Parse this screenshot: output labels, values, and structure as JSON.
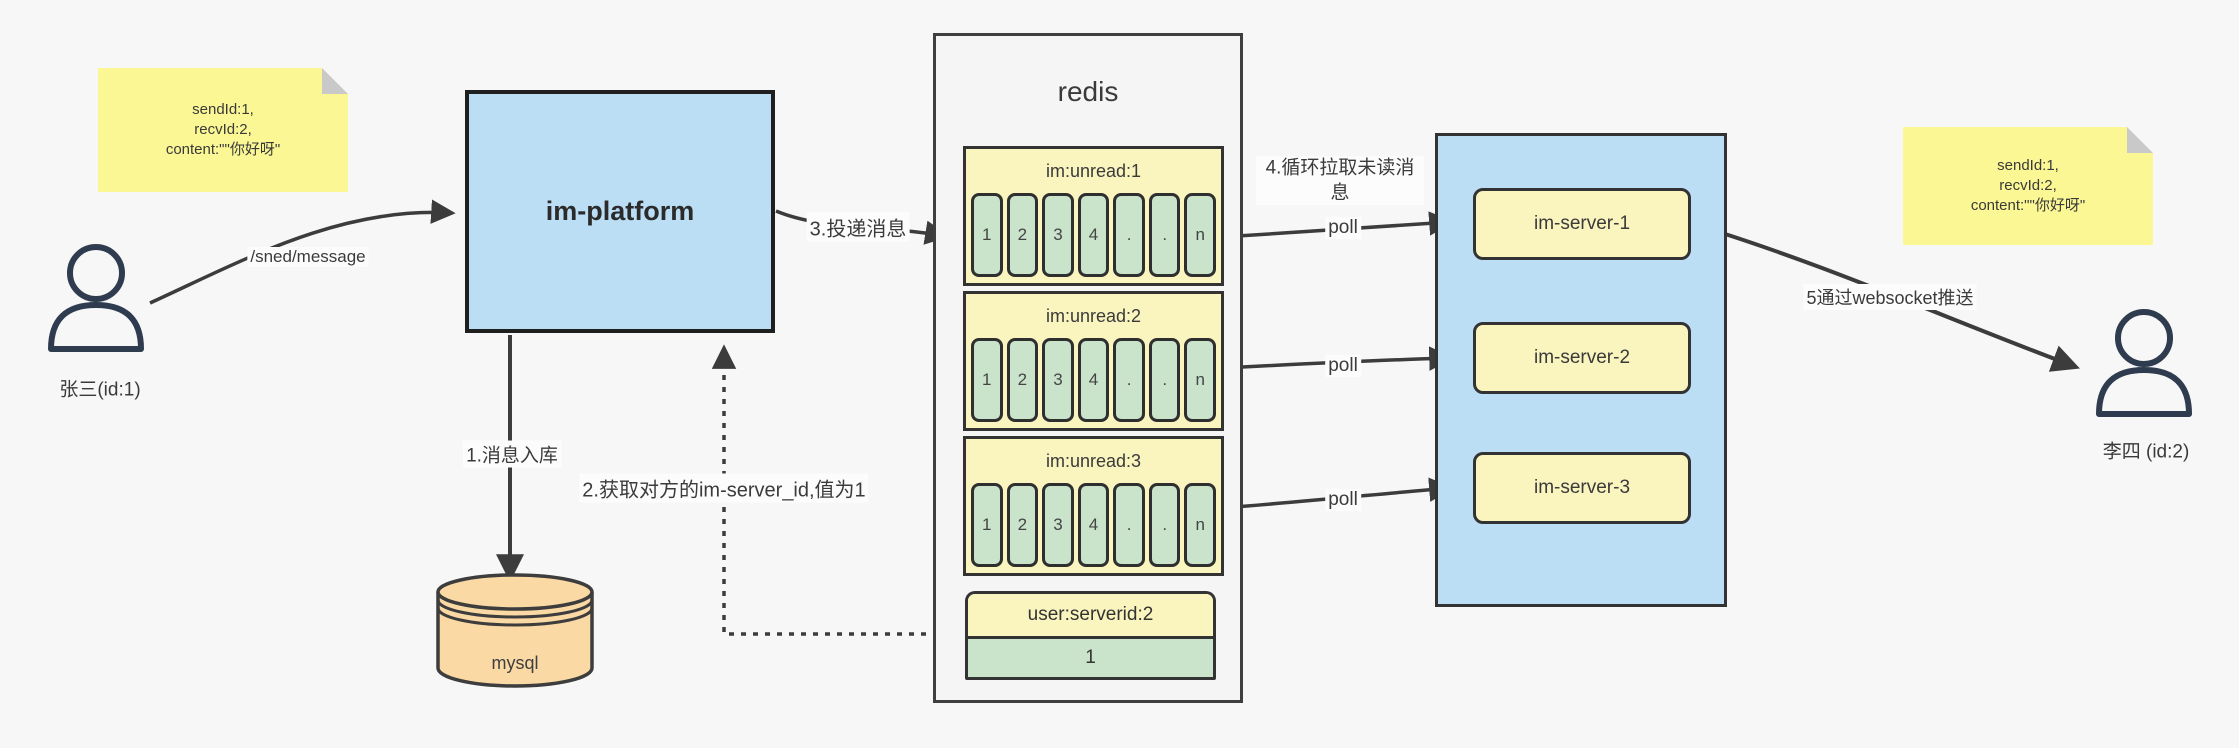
{
  "notes": {
    "left": {
      "lines": [
        "sendId:1,",
        "recvId:2,",
        "content:\"\"你好呀\""
      ]
    },
    "right": {
      "lines": [
        "sendId:1,",
        "recvId:2,",
        "content:\"\"你好呀\""
      ]
    }
  },
  "users": {
    "sender": {
      "label": "张三(id:1)"
    },
    "receiver": {
      "label": "李四 (id:2)"
    }
  },
  "platform": {
    "label": "im-platform"
  },
  "mysql": {
    "label": "mysql"
  },
  "redis": {
    "title": "redis",
    "queues": [
      {
        "title": "im:unread:1",
        "cells": [
          "1",
          "2",
          "3",
          "4",
          ".",
          ".",
          "n"
        ]
      },
      {
        "title": "im:unread:2",
        "cells": [
          "1",
          "2",
          "3",
          "4",
          ".",
          ".",
          "n"
        ]
      },
      {
        "title": "im:unread:3",
        "cells": [
          "1",
          "2",
          "3",
          "4",
          ".",
          ".",
          "n"
        ]
      }
    ],
    "kv": {
      "title": "user:serverid:2",
      "value": "1"
    }
  },
  "servers": {
    "items": [
      {
        "label": "im-server-1"
      },
      {
        "label": "im-server-2"
      },
      {
        "label": "im-server-3"
      }
    ]
  },
  "edges": {
    "send_label": "/sned/message",
    "store_label": "1.消息入库",
    "fetch_label": "2.获取对方的im-server_id,值为1",
    "deliver_label": "3.投递消息",
    "poll_loop_label": "4.循环拉取未读消息",
    "poll_labels": [
      "poll",
      "poll",
      "poll"
    ],
    "push_label": "5通过websocket推送"
  },
  "colors": {
    "background": "#f7f7f7",
    "note_yellow": "#fbf795",
    "box_blue": "#bcdef5",
    "header_yellow": "#faf4be",
    "cell_green": "#c9e4cb",
    "mysql_orange": "#fbd9a4",
    "container_gray": "#f5f5f5",
    "line_dark": "#3c3c3c",
    "person_navy": "#2f3b4f"
  }
}
